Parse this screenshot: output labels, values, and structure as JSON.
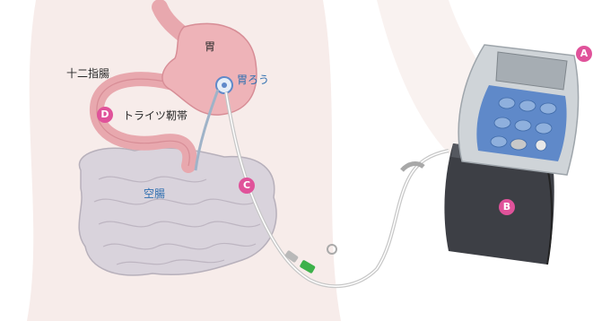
{
  "labels": {
    "stomach": "胃",
    "gastrostomy": "胃ろう",
    "duodenum": "十二指腸",
    "treitz": "トライツ靭帯",
    "jejunum": "空腸"
  },
  "badges": {
    "a": "A",
    "b": "B",
    "c": "C",
    "d": "D"
  },
  "colors": {
    "skin": "#f7ecea",
    "organ": "#e8a8ae",
    "intestine": "#c9c3cc",
    "pump_body": "#cfd4d8",
    "pump_keypad": "#5f89c9",
    "bag": "#3d3f45",
    "badge": "#e0529a",
    "tube_green": "#3db14a"
  }
}
